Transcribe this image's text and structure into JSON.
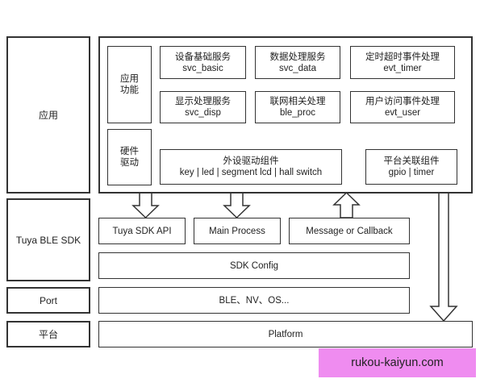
{
  "layers": {
    "app": "应用",
    "sdk": "Tuya BLE SDK",
    "port": "Port",
    "platform": "平台"
  },
  "app_panel": {
    "app_function_label": "应用\n功能",
    "hardware_driver_label": "硬件\n驱动",
    "modules": {
      "svc_basic": {
        "cn": "设备基础服务",
        "en": "svc_basic"
      },
      "svc_data": {
        "cn": "数据处理服务",
        "en": "svc_data"
      },
      "evt_timer": {
        "cn": "定时超时事件处理",
        "en": "evt_timer"
      },
      "svc_disp": {
        "cn": "显示处理服务",
        "en": "svc_disp"
      },
      "ble_proc": {
        "cn": "联网相关处理",
        "en": "ble_proc"
      },
      "evt_user": {
        "cn": "用户访问事件处理",
        "en": "evt_user"
      },
      "peripheral": {
        "cn": "外设驱动组件",
        "en": "key | led | segment lcd | hall switch"
      },
      "platform_comp": {
        "cn": "平台关联组件",
        "en": "gpio | timer"
      }
    }
  },
  "sdk_row": {
    "api": "Tuya SDK API",
    "main": "Main Process",
    "msg": "Message or Callback",
    "config": "SDK Config"
  },
  "port_row": {
    "text": "BLE、NV、OS..."
  },
  "platform_row": {
    "text": "Platform"
  },
  "watermark": "rukou-kaiyun.com"
}
